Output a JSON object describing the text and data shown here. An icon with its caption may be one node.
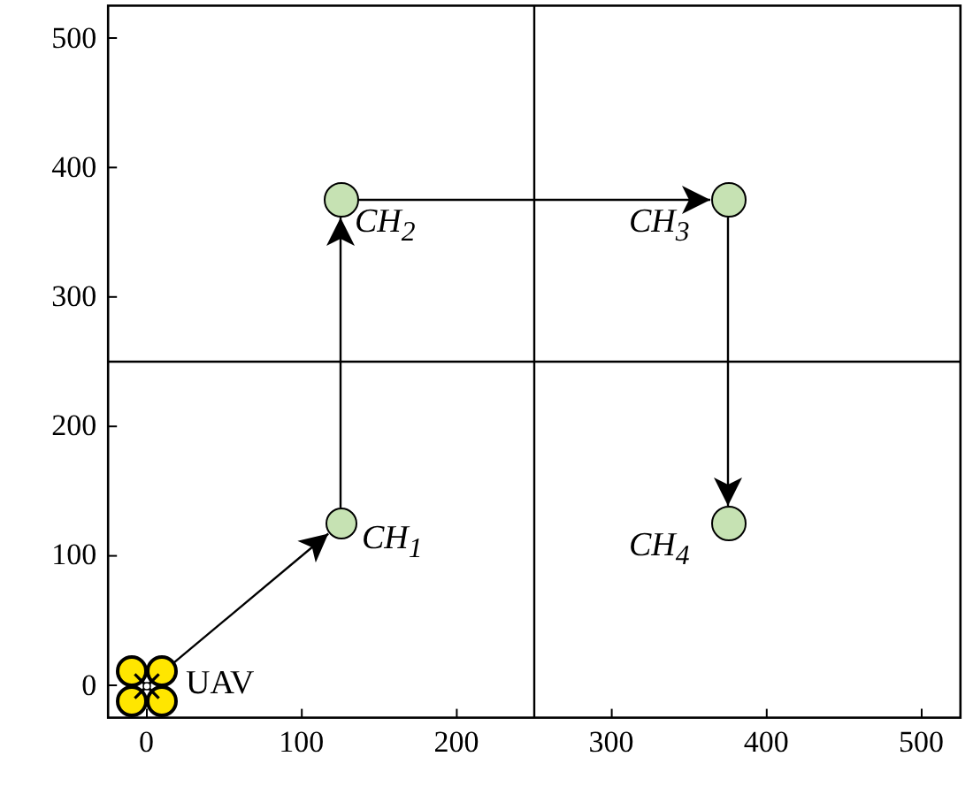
{
  "diagram": {
    "nodes": [
      {
        "text": [],
        "shape": "picture",
        "beside": [
          "UAV"
        ]
      },
      {
        "text": [],
        "shape": "circle",
        "beside": [
          "CH$_{1}$"
        ]
      },
      {
        "text": [],
        "shape": "circle",
        "beside": [
          "CH$_{2}$"
        ]
      },
      {
        "text": [],
        "shape": "circle",
        "beside": [
          "CH$_{3}$"
        ]
      },
      {
        "text": [],
        "shape": "circle",
        "beside": [
          "CH$_{4}$"
        ]
      }
    ],
    "edges": [
      {
        "from": 0,
        "to": 1,
        "arrow": "to"
      },
      {
        "from": 1,
        "to": 2,
        "arrow": "to"
      },
      {
        "from": 2,
        "to": 3,
        "arrow": "to"
      },
      {
        "from": 3,
        "to": 4,
        "arrow": "to"
      }
    ],
    "labels": [
      "500",
      "400",
      "300",
      "200",
      "100",
      "0",
      "0",
      "100",
      "200",
      "300",
      "400",
      "500"
    ]
  }
}
